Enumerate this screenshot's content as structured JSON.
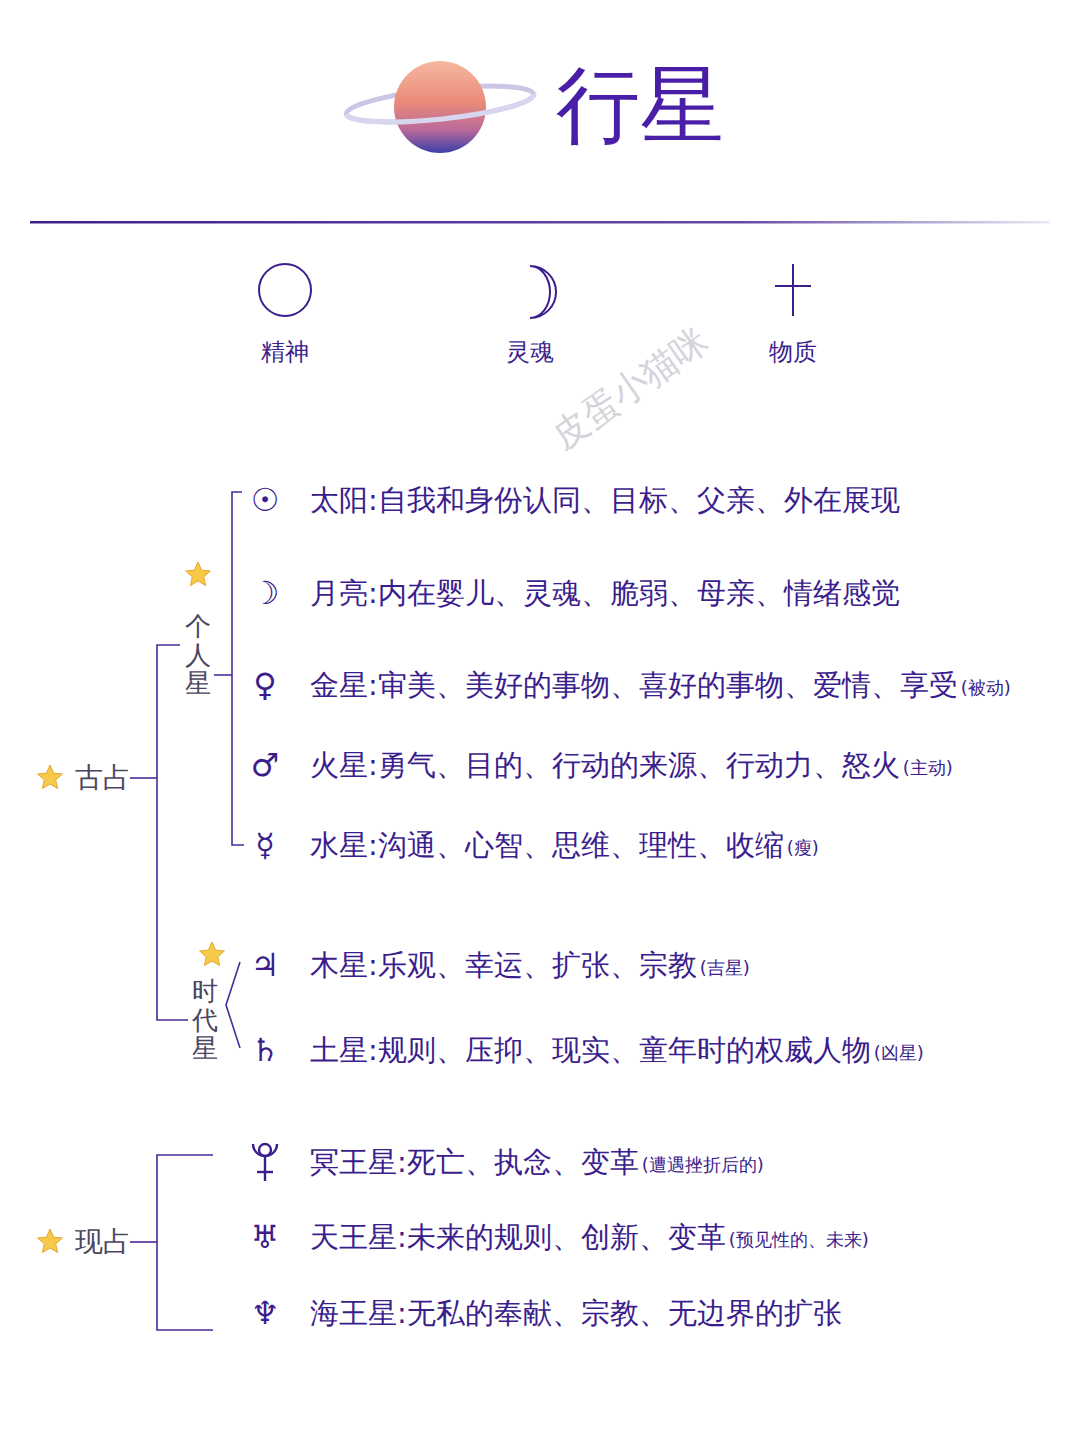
{
  "diagram": {
    "title": "行星",
    "labels": [
      "精神",
      "灵魂",
      "物质",
      "皮蛋小猫咪",
      "个人星",
      "古占",
      "☉",
      "太阳:自我和身份认同、目标、父亲、外在展现",
      "☽",
      "月亮:内在婴儿、灵魂、脆弱、母亲、情绪感觉",
      "♀",
      "金星:审美、美好的事物、喜好的事物、爱情、享受",
      "(被动)",
      "♂",
      "火星:勇气、目的、行动的来源、行动力、怒火",
      "(主动)",
      "☿",
      "水星:沟通、心智、思维、理性、收缩",
      "(瘦)",
      "时代星",
      "♃",
      "木星:乐观、幸运、扩张、宗教",
      "(吉星)",
      "♄",
      "土星:规则、压抑、现实、童年时的权威人物",
      "(凶星)",
      "现占",
      "冥王星:死亡、执念、变革",
      "(遭遇挫折后的)",
      "♅",
      "天王星:未来的规则、创新、变革",
      "(预见性的、未来)",
      "♆",
      "海王星:无私的奉献、宗教、无边界的扩张"
    ]
  }
}
